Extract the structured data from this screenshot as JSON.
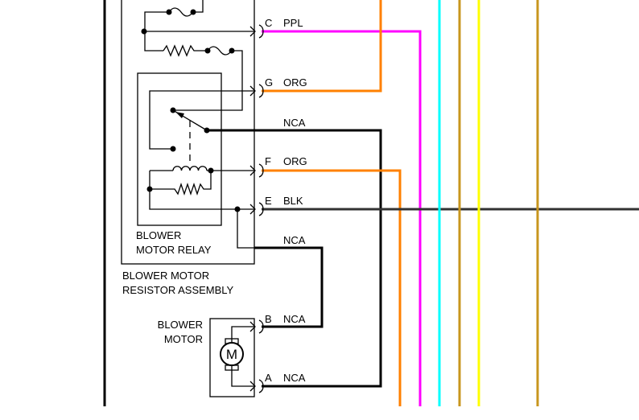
{
  "components": {
    "resistor_assembly": [
      "BLOWER MOTOR",
      "RESISTOR ASSEMBLY"
    ],
    "relay": [
      "BLOWER",
      "MOTOR RELAY"
    ],
    "motor": [
      "BLOWER",
      "MOTOR"
    ],
    "motor_symbol": "M"
  },
  "connectors": [
    {
      "pin": "C",
      "wire": "PPL"
    },
    {
      "pin": "G",
      "wire": "ORG"
    },
    {
      "pin": "",
      "wire": "NCA"
    },
    {
      "pin": "F",
      "wire": "ORG"
    },
    {
      "pin": "E",
      "wire": "BLK"
    },
    {
      "pin": "",
      "wire": "NCA"
    },
    {
      "pin": "B",
      "wire": "NCA"
    },
    {
      "pin": "A",
      "wire": "NCA"
    }
  ],
  "colors": {
    "PPL": "#ff00ff",
    "ORG": "#ff8000",
    "BLK": "#333333",
    "NCA": "#000000",
    "cyan": "#00ffff",
    "yellow": "#ffff00",
    "tan": "#c8961e"
  }
}
